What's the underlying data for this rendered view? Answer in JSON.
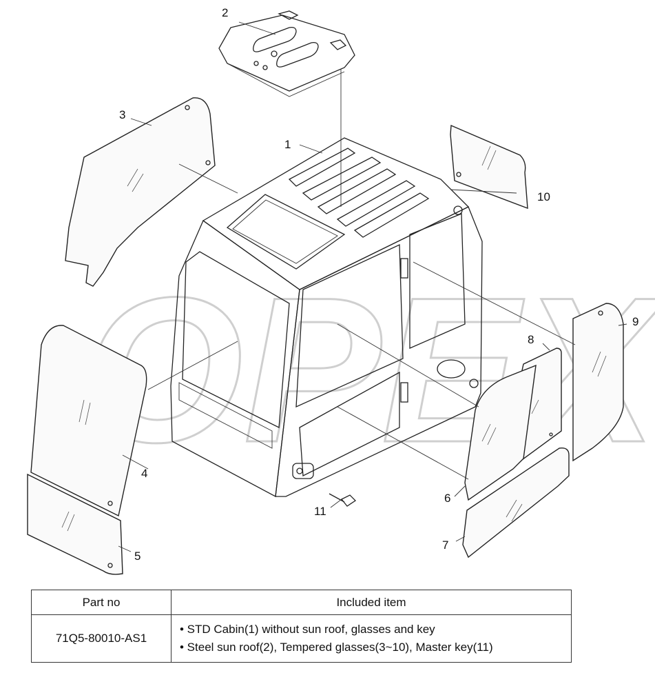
{
  "callouts": [
    "1",
    "2",
    "3",
    "4",
    "5",
    "6",
    "7",
    "8",
    "9",
    "10",
    "11"
  ],
  "watermark": "OPEX",
  "table": {
    "headers": [
      "Part no",
      "Included item"
    ],
    "rows": [
      {
        "part_no": "71Q5-80010-AS1",
        "items": [
          "• STD Cabin(1) without sun roof, glasses and key",
          "• Steel sun roof(2), Tempered glasses(3~10), Master key(11)"
        ]
      }
    ]
  }
}
